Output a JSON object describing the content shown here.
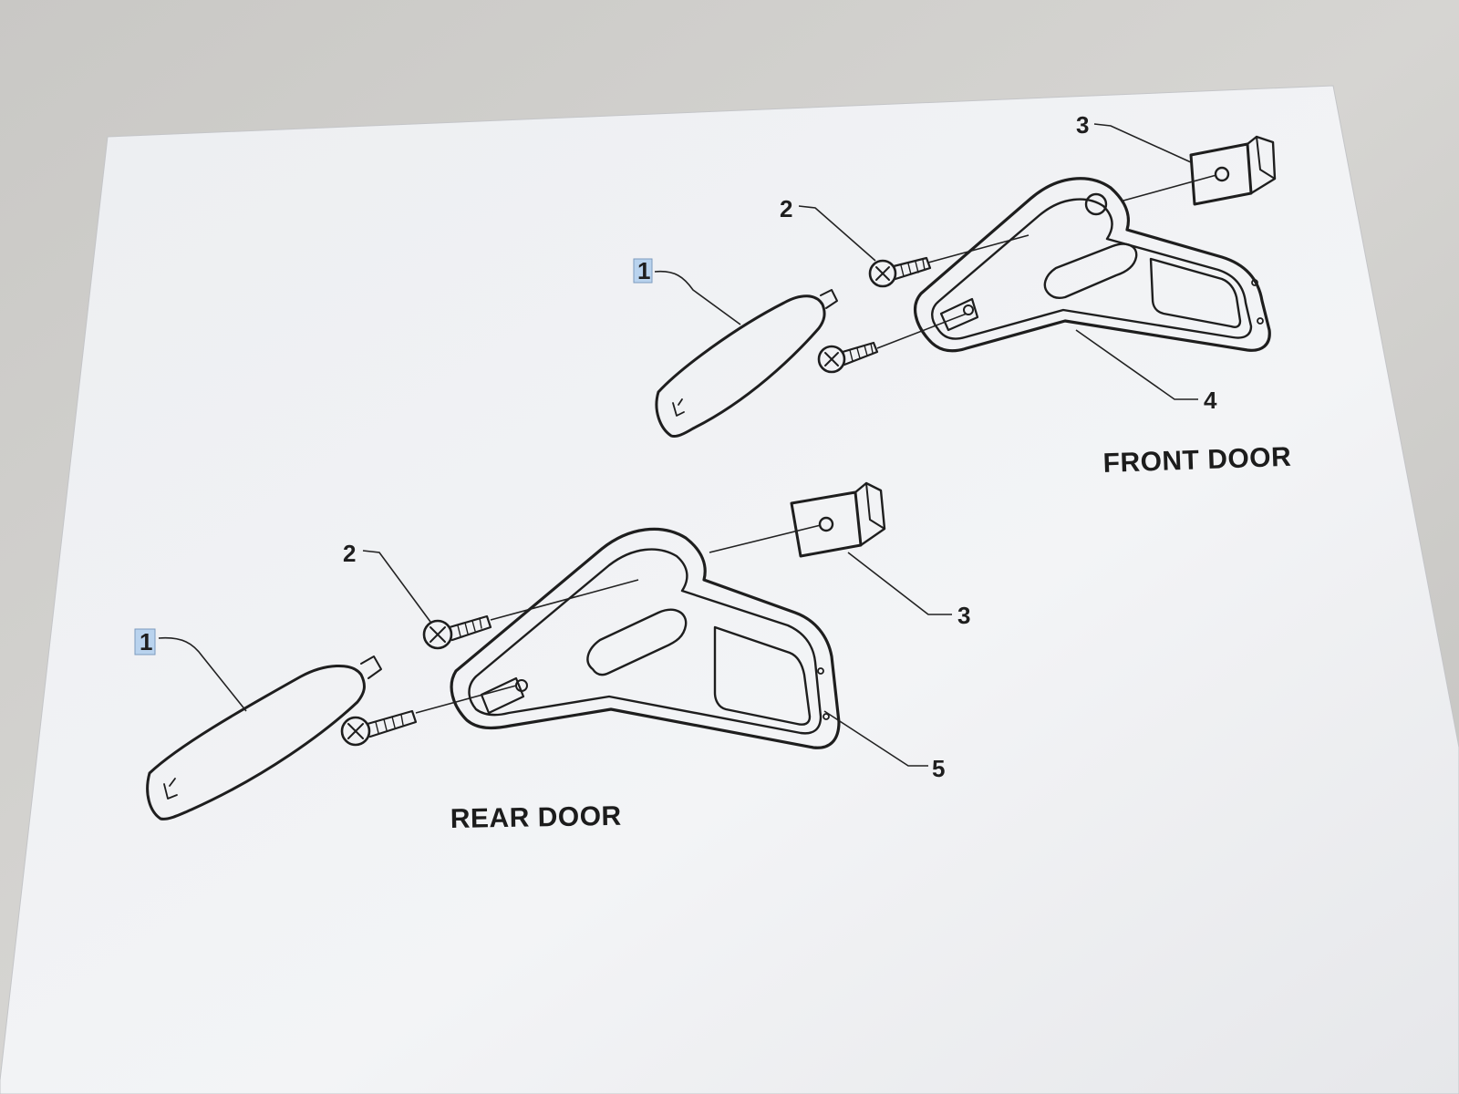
{
  "diagram": {
    "captions": {
      "front_door": "FRONT DOOR",
      "rear_door": "REAR DOOR"
    },
    "front": {
      "callout_1": "1",
      "callout_2": "2",
      "callout_3": "3",
      "callout_4": "4"
    },
    "rear": {
      "callout_1": "1",
      "callout_2": "2",
      "callout_3": "3",
      "callout_5": "5"
    }
  },
  "colors": {
    "paper": "#f1f2f4",
    "table": "#d3d2cf",
    "ink": "#1e1e1e",
    "highlight": "#b9d3ee"
  }
}
